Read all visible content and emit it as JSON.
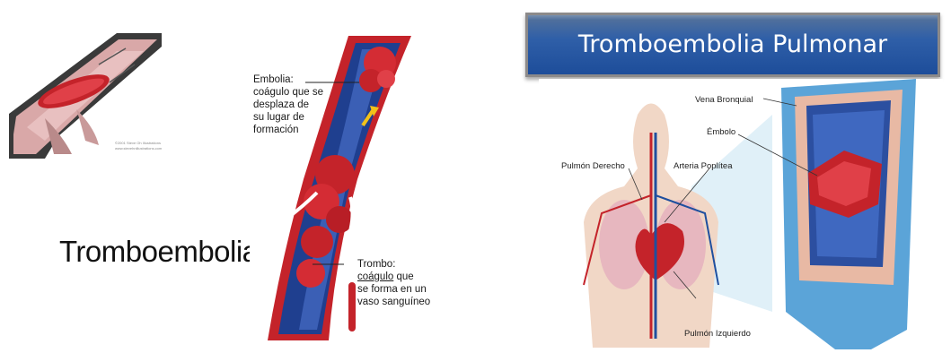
{
  "left": {
    "credit_lines": [
      "©2001 Steve Oh Illustrations",
      "www.stevehnillustrations.com"
    ],
    "caption": "Tromboembolia"
  },
  "middle": {
    "embolia_lines": [
      "Embolia:",
      "coágulo que se",
      "desplaza de",
      "su lugar de",
      "formación"
    ],
    "trombo_line1": "Trombo:",
    "trombo_word_underlined": "coágulo",
    "trombo_word_rest": " que",
    "trombo_lines_rest": [
      "se forma en un",
      "vaso sanguíneo"
    ]
  },
  "right": {
    "banner_title": "Tromboembolia Pulmonar",
    "labels": {
      "vena_bronquial": "Vena Bronquial",
      "embolo": "Émbolo",
      "pulmon_derecho": "Pulmón Derecho",
      "arteria_poplitea": "Arteria Poplítea",
      "pulmon_izquierdo": "Pulmón Izquierdo"
    }
  },
  "colors": {
    "banner_blue": "#2f5fa8",
    "clot_red": "#c4232a",
    "vessel_blue": "#1f3f8f"
  }
}
